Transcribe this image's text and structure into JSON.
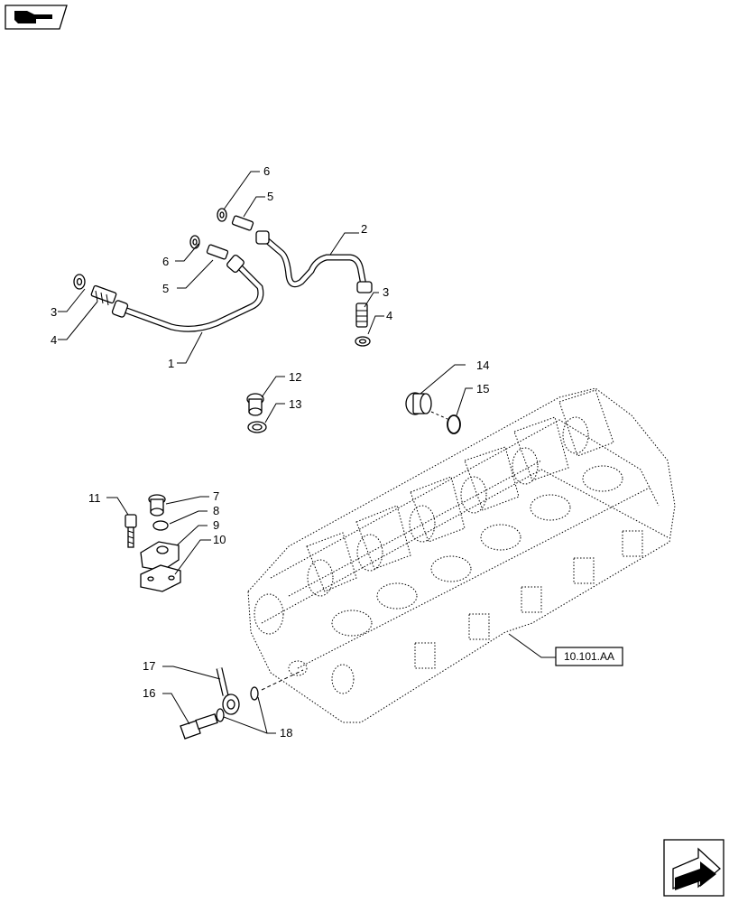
{
  "nav": {
    "top_icon": "hand-pointer-icon",
    "bottom_icon": "next-page-arrow-icon"
  },
  "reference": {
    "label": "10.101.AA"
  },
  "callouts": {
    "c1": "1",
    "c2": "2",
    "c3a": "3",
    "c3b": "3",
    "c4a": "4",
    "c4b": "4",
    "c5a": "5",
    "c5b": "5",
    "c6a": "6",
    "c6b": "6",
    "c7": "7",
    "c8": "8",
    "c9": "9",
    "c10": "10",
    "c11": "11",
    "c12": "12",
    "c13": "13",
    "c14": "14",
    "c15": "15",
    "c16": "16",
    "c17": "17",
    "c18": "18"
  }
}
